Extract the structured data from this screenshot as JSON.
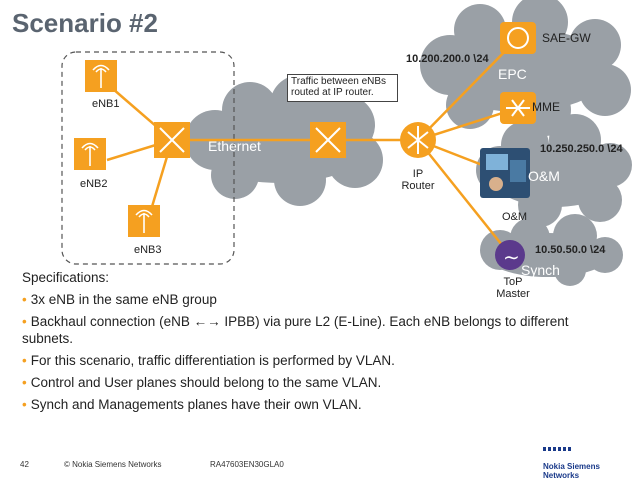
{
  "slide": {
    "title": "Scenario #2"
  },
  "diagram": {
    "nodes": {
      "enb1": "eNB1",
      "enb2": "eNB2",
      "enb3": "eNB3",
      "ethernet": "Ethernet",
      "ip_router": "IP\nRouter",
      "epc_cloud": "EPC",
      "sae_gw": "SAE-GW",
      "mme": "MME",
      "om_cloud": "O&M",
      "om_server": "O&M",
      "synch_cloud": "Synch",
      "top_master": "ToP\nMaster"
    },
    "subnets": {
      "epc": "10.200.200.0 \\24",
      "om": "10.250.250.0 \\24",
      "synch": "10.50.50.0 \\24"
    },
    "callout": "Traffic between eNBs routed at IP router."
  },
  "specs": {
    "heading": "Specifications:",
    "items": [
      "3x eNB in the same eNB group",
      "Backhaul connection (eNB ←→ IPBB) via pure L2 (E-Line). Each eNB belongs to different subnets.",
      "For this scenario, traffic differentiation is performed by VLAN.",
      "Control and User planes should belong to the same VLAN.",
      "Synch and Managements planes have their own VLAN."
    ]
  },
  "footer": {
    "page": "42",
    "copyright": "© Nokia Siemens Networks",
    "doc_id": "RA47603EN30GLA0",
    "logo_text": "Nokia Siemens\nNetworks"
  },
  "colors": {
    "accent": "#f5a020",
    "cloud": "#9aa0a6",
    "title": "#5a6470",
    "icon": "#f5a020"
  },
  "icons": {
    "bullet": "•",
    "synch_symbol": "∼"
  }
}
